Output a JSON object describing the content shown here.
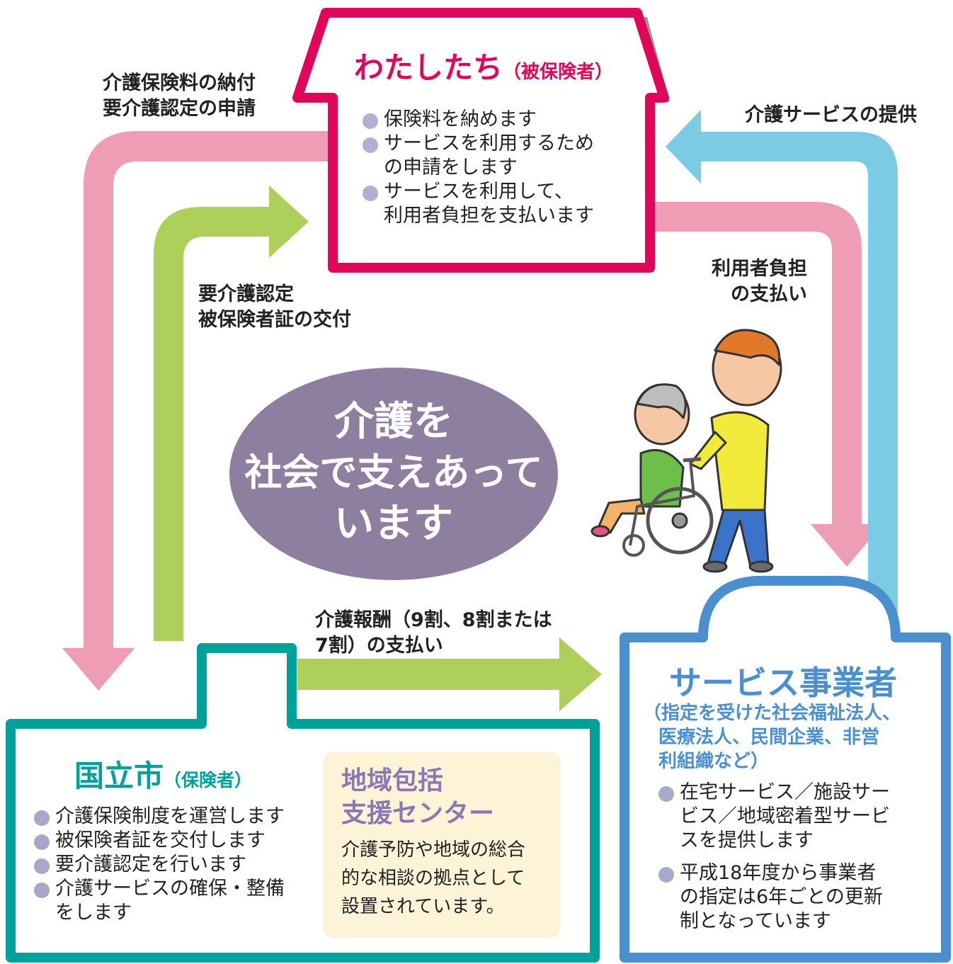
{
  "center_message": [
    "介護を",
    "社会で支えあって",
    "います"
  ],
  "insured": {
    "title": "わたしたち",
    "subtitle": "（被保険者）",
    "items": [
      "保険料を納めます",
      "サービスを利用するための申請をします",
      "サービスを利用して、利用者負担を支払います"
    ],
    "lines": [
      "保険料を納めます",
      "サービスを利用するため",
      "の申請をします",
      "サービスを利用して、",
      "利用者負担を支払います"
    ]
  },
  "insurer": {
    "title": "国立市",
    "subtitle": "（保険者）",
    "lines": [
      "介護保険制度を運営します",
      "被保険者証を交付します",
      "要介護認定を行います",
      "介護サービスの確保・整備",
      "をします"
    ]
  },
  "support_center": {
    "title_lines": [
      "地域包括",
      "支援センター"
    ],
    "text_lines": [
      "介護予防や地域の総合",
      "的な相談の拠点として",
      "設置されています。"
    ]
  },
  "provider": {
    "title": "サービス事業者",
    "subtitle_lines": [
      "（指定を受けた社会福祉法人、",
      "医療法人、民間企業、非営",
      "利組織など）"
    ],
    "lines": [
      "在宅サービス／施設サー",
      "ビス／地域密着型サービ",
      "スを提供します",
      "平成18年度から事業者",
      "の指定は6年ごとの更新",
      "制となっています"
    ]
  },
  "flows": {
    "premium": [
      "介護保険料の納付",
      "要介護認定の申請"
    ],
    "certification": [
      "要介護認定",
      "被保険者証の交付"
    ],
    "service": [
      "介護サービスの提供"
    ],
    "copay": [
      "利用者負担",
      "の支払い"
    ],
    "reward": [
      "介護報酬（9割、8割または",
      "7割）の支払い"
    ]
  },
  "colors": {
    "pink_arrow": "#ef9db4",
    "green_arrow": "#aed05a",
    "blue_arrow": "#7ccbe4",
    "insured_border": "#e0065a",
    "insurer_border": "#00a19a",
    "provider_border": "#4a8fd0",
    "center_ellipse": "#8e7fa0",
    "support_bg": "#fdf3d6",
    "support_title": "#8b77b3"
  },
  "illustration": "caregiver-pushing-wheelchair"
}
